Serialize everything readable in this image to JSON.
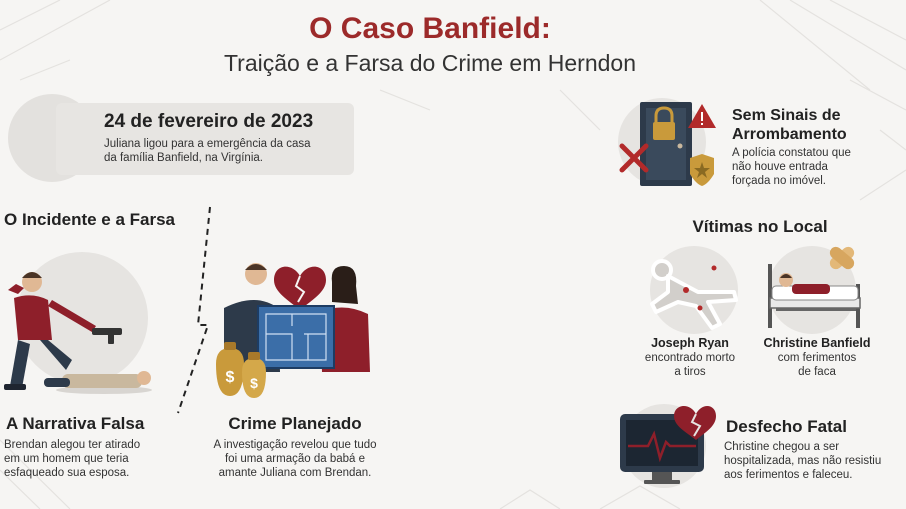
{
  "header": {
    "title": "O Caso Banfield:",
    "subtitle": "Traição e a Farsa do Crime em Herndon"
  },
  "date_card": {
    "date": "24 de fevereiro de 2023",
    "line1": "Juliana ligou para a emergência da casa",
    "line2": "da família Banfield, na Virgínia."
  },
  "incident": {
    "heading": "O Incidente e a Farsa",
    "false_narrative": {
      "title": "A Narrativa Falsa",
      "lines": [
        "Brendan alegou ter atirado",
        "em um homem que teria",
        "esfaqueado sua esposa."
      ]
    },
    "planned_crime": {
      "title": "Crime Planejado",
      "lines": [
        "A investigação revelou que tudo",
        "foi uma armação da babá e",
        "amante Juliana com Brendan."
      ]
    }
  },
  "no_break_in": {
    "title_lines": [
      "Sem Sinais de",
      "Arrombamento"
    ],
    "lines": [
      "A polícia constatou que",
      "não houve entrada",
      "forçada no imóvel."
    ]
  },
  "victims": {
    "heading": "Vítimas no Local",
    "joseph": {
      "name": "Joseph Ryan",
      "lines": [
        "encontrado morto",
        "a tiros"
      ]
    },
    "christine": {
      "name": "Christine Banfield",
      "lines": [
        "com ferimentos",
        "de faca"
      ]
    }
  },
  "outcome": {
    "title": "Desfecho Fatal",
    "lines": [
      "Christine chegou a ser",
      "hospitalizada, mas não resistiu",
      "aos ferimentos e faleceu."
    ]
  },
  "colors": {
    "accent": "#9c2a2a",
    "maroon": "#8e1f2a",
    "navy": "#2d3a4a"
  },
  "icons": [
    "door-icon",
    "lock-icon",
    "warning-icon",
    "x-mark-icon",
    "police-badge-icon",
    "body-outline-icon",
    "hospital-bed-icon",
    "bandage-icon",
    "heart-monitor-icon",
    "broken-heart-icon",
    "money-bag-icon",
    "floor-plan-icon",
    "gun-icon"
  ]
}
